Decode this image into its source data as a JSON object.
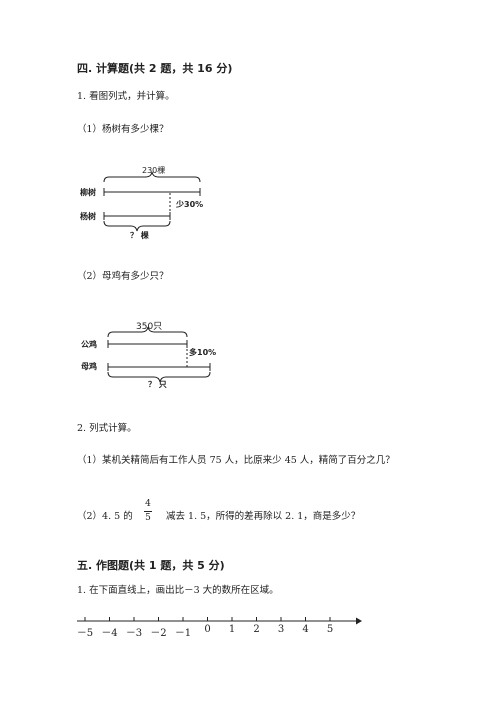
{
  "section4": {
    "title": "四. 计算题(共 2 题，共 16 分)",
    "q1": {
      "stem": "1. 看图列式，并计算。",
      "sub1": {
        "label": "（1）杨树有多少棵？",
        "total": "230棵",
        "row1": "柳树",
        "row2": "杨树",
        "less": "少30%",
        "unknown": "？ 棵"
      },
      "sub2": {
        "label": "（2）母鸡有多少只？",
        "total": "350只",
        "row1": "公鸡",
        "row2": "母鸡",
        "more": "多10%",
        "unknown": "？ 只"
      }
    },
    "q2": {
      "stem": "2. 列式计算。",
      "sub1": "（1）某机关精简后有工作人员 75 人，比原来少 45 人，精简了百分之几？",
      "sub2_prefix": "（2）4. 5 的",
      "frac_num": "4",
      "frac_den": "5",
      "sub2_suffix": "减去 1. 5，所得的差再除以 2. 1，商是多少？"
    }
  },
  "section5": {
    "title": "五. 作图题(共 1 题，共 5 分)",
    "q1": {
      "stem": "1. 在下面直线上，画出比－3 大的数所在区域。",
      "ticks": [
        "－5",
        "－4",
        "－3",
        "－2",
        "－1",
        "0",
        "1",
        "2",
        "3",
        "4",
        "5"
      ]
    }
  }
}
